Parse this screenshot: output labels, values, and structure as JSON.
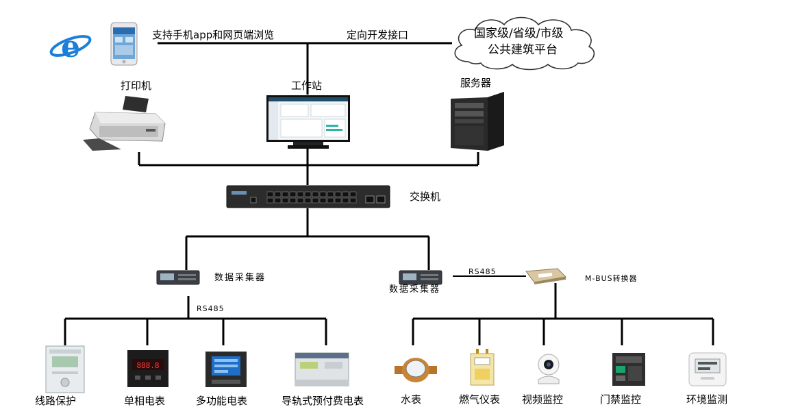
{
  "top": {
    "browse_label": "支持手机app和网页端浏览",
    "api_label": "定向开发接口",
    "cloud_line1": "国家级/省级/市级",
    "cloud_line2": "公共建筑平台"
  },
  "devices": {
    "printer": "打印机",
    "workstation": "工作站",
    "server": "服务器",
    "switch": "交换机",
    "collector_left": "数据采集器",
    "collector_right": "数据采集器",
    "rs485_left": "RS485",
    "rs485_right": "RS485",
    "mbus": "M-BUS转换器"
  },
  "left_endpoints": [
    "线路保护",
    "单相电表",
    "多功能电表",
    "导轨式预付费电表"
  ],
  "right_endpoints": [
    "水表",
    "燃气仪表",
    "视频监控",
    "门禁监控",
    "环境监测"
  ],
  "colors": {
    "line": "#000000",
    "ie_blue": "#1d7ed8",
    "cloud_stroke": "#333333"
  },
  "icons": {
    "ie": "internet-explorer-icon",
    "phone": "smartphone-icon",
    "cloud": "cloud-icon"
  }
}
